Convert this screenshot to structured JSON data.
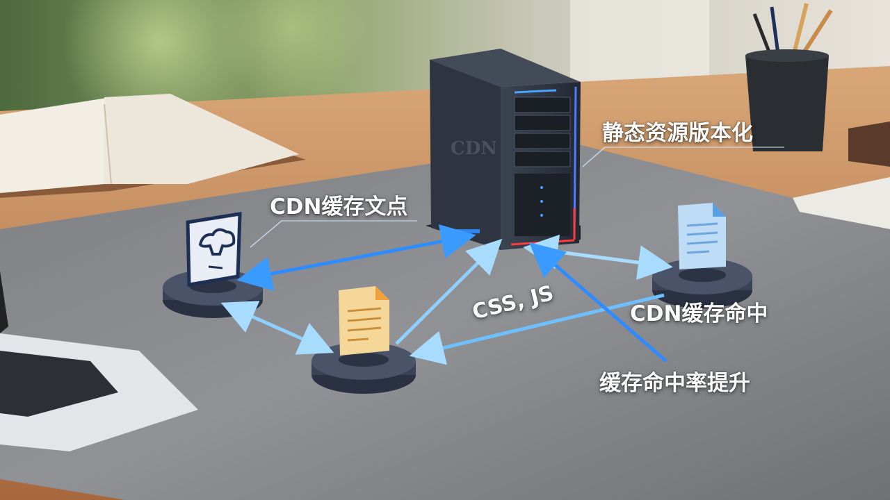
{
  "scene": {
    "server_logo": "CDN",
    "labels": {
      "versioning": "静态资源版本化",
      "cdn_node": "CDN缓存文点",
      "css_js": "CSS, JS",
      "cache_hit": "CDN缓存命中",
      "hit_rate_up": "缓存命中率提升"
    },
    "colors": {
      "arrow_blue": "#2f8cff",
      "arrow_light": "#8fd0ff",
      "server_body": "#2b3340",
      "mat": "#8a8c90",
      "desk": "#b98255",
      "pedestal": "#3a4254"
    },
    "icons": [
      "open-book",
      "cdn-server",
      "cloud-document-icon",
      "document-icon",
      "file-document-icon",
      "pen-cup",
      "laptop"
    ]
  }
}
